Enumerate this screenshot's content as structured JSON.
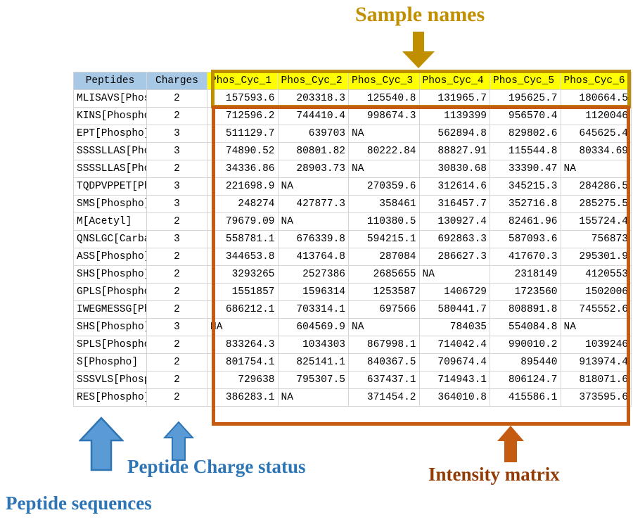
{
  "colors": {
    "sample_names_accent": "#bf8f00",
    "peptide_accent": "#2e75b6",
    "intensity_accent": "#c55a11",
    "intensity_text": "#943c06",
    "header_blue": "#a8c9e6",
    "header_yellow": "#ffff00"
  },
  "annotations": {
    "sample_names": {
      "label": "Sample names",
      "arrow": "arrow-down-icon"
    },
    "peptide_charge": {
      "label": "Peptide Charge status",
      "arrow": "arrow-up-icon"
    },
    "peptide_sequences": {
      "label": "Peptide sequences",
      "arrow": "arrow-up-icon"
    },
    "intensity_matrix": {
      "label": "Intensity matrix",
      "arrow": "arrow-up-icon"
    }
  },
  "table": {
    "headers": {
      "peptides": "Peptides",
      "charges": "Charges",
      "samples": [
        "Phos_Cyc_1",
        "Phos_Cyc_2",
        "Phos_Cyc_3",
        "Phos_Cyc_4",
        "Phos_Cyc_5",
        "Phos_Cyc_6"
      ]
    },
    "rows": [
      {
        "peptide": "MLISAVS[Phospho]",
        "charge": "2",
        "values": [
          "157593.6",
          "203318.3",
          "125540.8",
          "131965.7",
          "195625.7",
          "180664.5"
        ]
      },
      {
        "peptide": "KINS[Phospho]",
        "charge": "2",
        "values": [
          "712596.2",
          "744410.4",
          "998674.3",
          "1139399",
          "956570.4",
          "1120046"
        ]
      },
      {
        "peptide": "EPT[Phospho]",
        "charge": "3",
        "values": [
          "511129.7",
          "639703",
          "NA",
          "562894.8",
          "829802.6",
          "645625.4"
        ]
      },
      {
        "peptide": "SSSSLLAS[Phospho]",
        "charge": "3",
        "values": [
          "74890.52",
          "80801.82",
          "80222.84",
          "88827.91",
          "115544.8",
          "80334.69"
        ]
      },
      {
        "peptide": "SSSSLLAS[Phospho]",
        "charge": "2",
        "values": [
          "34336.86",
          "28903.73",
          "NA",
          "30830.68",
          "33390.47",
          "NA"
        ]
      },
      {
        "peptide": "TQDPVPPET[Phospho]",
        "charge": "3",
        "values": [
          "221698.9",
          "NA",
          "270359.6",
          "312614.6",
          "345215.3",
          "284286.5"
        ]
      },
      {
        "peptide": "SMS[Phospho]",
        "charge": "3",
        "values": [
          "248274",
          "427877.3",
          "358461",
          "316457.7",
          "352716.8",
          "285275.5"
        ]
      },
      {
        "peptide": "M[Acetyl]",
        "charge": "2",
        "values": [
          "79679.09",
          "NA",
          "110380.5",
          "130927.4",
          "82461.96",
          "155724.4"
        ]
      },
      {
        "peptide": "QNSLGC[Carbamidomethyl]",
        "charge": "3",
        "values": [
          "558781.1",
          "676339.8",
          "594215.1",
          "692863.3",
          "587093.6",
          "756873"
        ]
      },
      {
        "peptide": "ASS[Phospho]",
        "charge": "2",
        "values": [
          "344653.8",
          "413764.8",
          "287084",
          "286627.3",
          "417670.3",
          "295301.9"
        ]
      },
      {
        "peptide": "SHS[Phospho]",
        "charge": "2",
        "values": [
          "3293265",
          "2527386",
          "2685655",
          "NA",
          "2318149",
          "4120553"
        ]
      },
      {
        "peptide": "GPLS[Phospho]",
        "charge": "2",
        "values": [
          "1551857",
          "1596314",
          "1253587",
          "1406729",
          "1723560",
          "1502006"
        ]
      },
      {
        "peptide": "IWEGMESSG[Phospho]",
        "charge": "2",
        "values": [
          "686212.1",
          "703314.1",
          "697566",
          "580441.7",
          "808891.8",
          "745552.6"
        ]
      },
      {
        "peptide": "SHS[Phospho]",
        "charge": "3",
        "values": [
          "NA",
          "604569.9",
          "NA",
          "784035",
          "554084.8",
          "NA"
        ]
      },
      {
        "peptide": "SPLS[Phospho]",
        "charge": "2",
        "values": [
          "833264.3",
          "1034303",
          "867998.1",
          "714042.4",
          "990010.2",
          "1039246"
        ]
      },
      {
        "peptide": "S[Phospho]",
        "charge": "2",
        "values": [
          "801754.1",
          "825141.1",
          "840367.5",
          "709674.4",
          "895440",
          "913974.4"
        ]
      },
      {
        "peptide": "SSSVLS[Phospho]",
        "charge": "2",
        "values": [
          "729638",
          "795307.5",
          "637437.1",
          "714943.1",
          "806124.7",
          "818071.6"
        ]
      },
      {
        "peptide": "RES[Phospho]",
        "charge": "2",
        "values": [
          "386283.1",
          "NA",
          "371454.2",
          "364010.8",
          "415586.1",
          "373595.6"
        ]
      }
    ]
  }
}
